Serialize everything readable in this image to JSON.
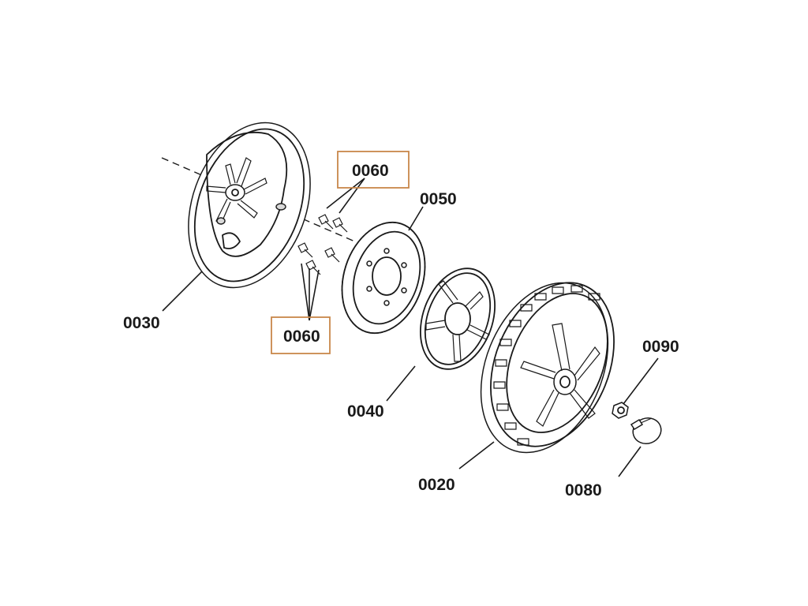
{
  "diagram": {
    "highlight_color": "#c8874a",
    "ink_color": "#1a1a1a",
    "labels": {
      "part_0020": "0020",
      "part_0030": "0030",
      "part_0040": "0040",
      "part_0050": "0050",
      "part_0060_top": "0060",
      "part_0060_bottom": "0060",
      "part_0080": "0080",
      "part_0090": "0090"
    },
    "highlighted_parts": [
      "0060",
      "0060"
    ],
    "components": [
      {
        "part": "0030",
        "name": "wheel-cover-plate"
      },
      {
        "part": "0060",
        "name": "screw"
      },
      {
        "part": "0050",
        "name": "drive-gear"
      },
      {
        "part": "0040",
        "name": "spoke-insert"
      },
      {
        "part": "0020",
        "name": "wheel"
      },
      {
        "part": "0090",
        "name": "nut"
      },
      {
        "part": "0080",
        "name": "hub-cap"
      }
    ]
  }
}
